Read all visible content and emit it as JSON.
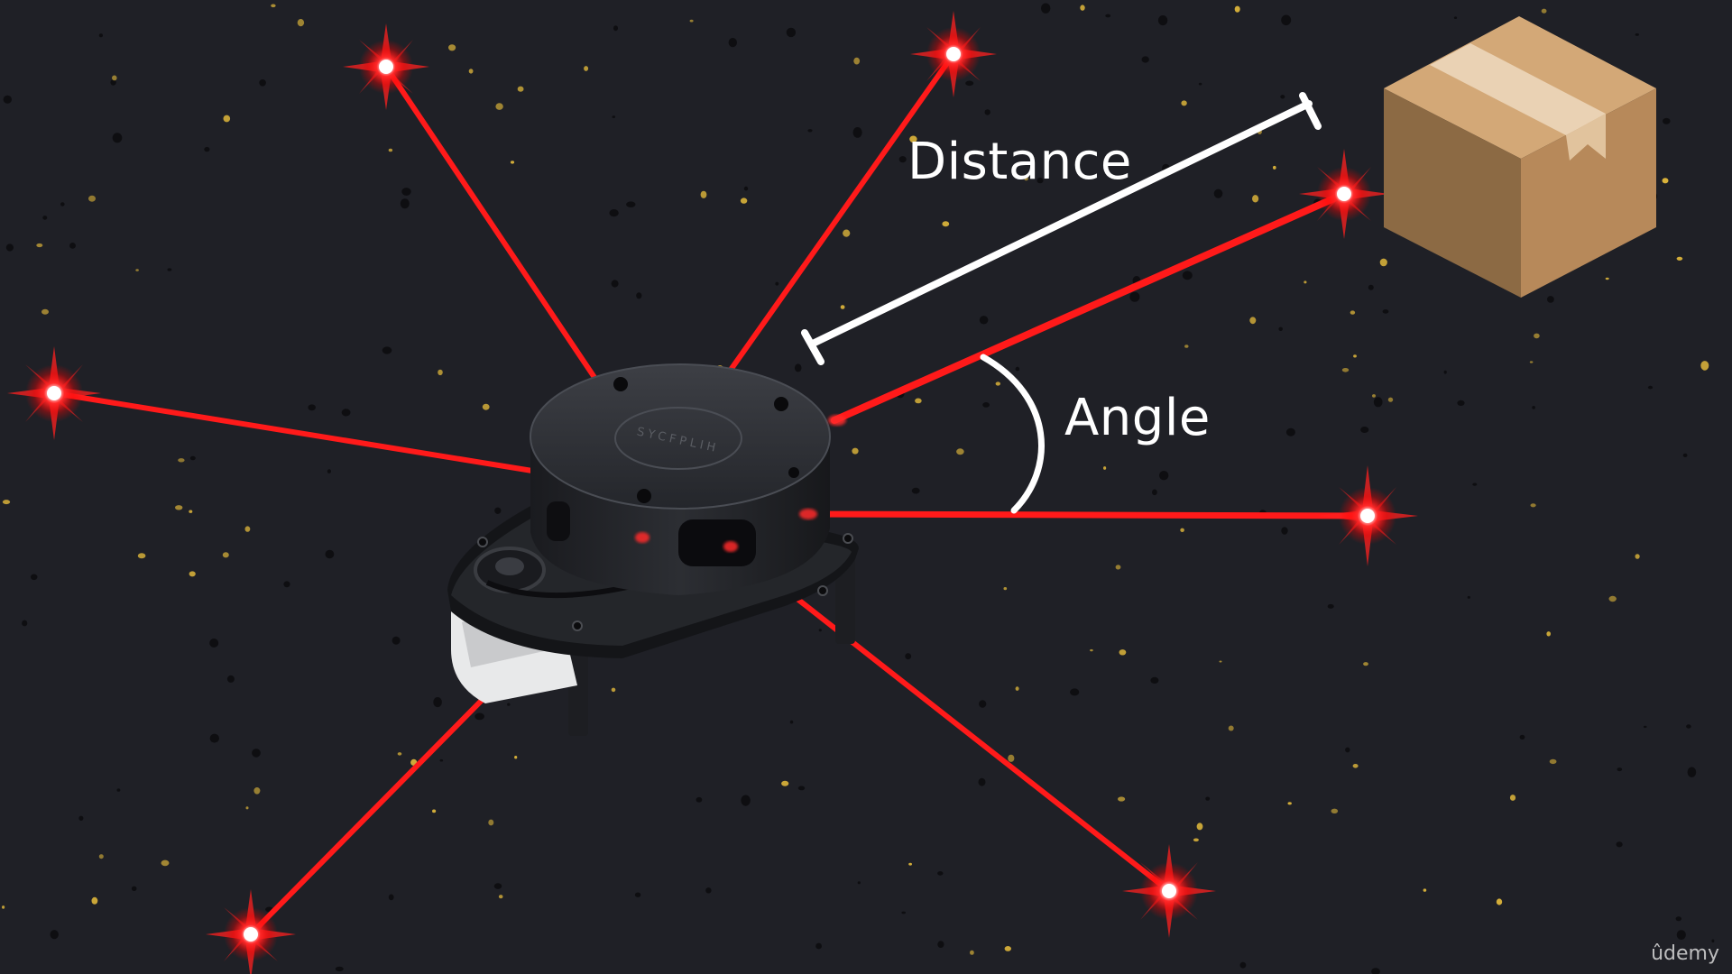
{
  "labels": {
    "distance": "Distance",
    "angle": "Angle"
  },
  "sensor": {
    "brand_text": "SYCFPLIH"
  },
  "watermark": "ûdemy",
  "colors": {
    "background": "#1f2026",
    "laser": "#ff1a1a",
    "annotation": "#ffffff",
    "box": "#c59a64",
    "speckle": "#d9b23a"
  },
  "icons": [
    "lidar-sensor-icon",
    "cardboard-box-icon",
    "laser-point-icon"
  ]
}
